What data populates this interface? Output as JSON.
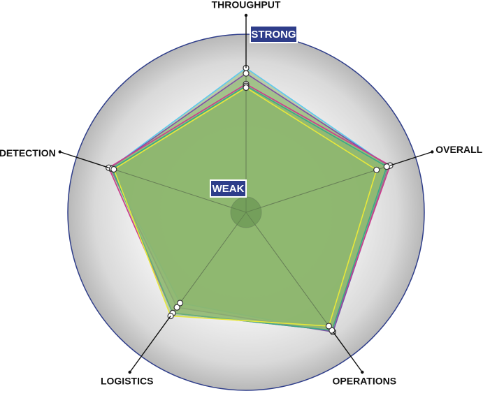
{
  "chart_data": {
    "type": "radar",
    "axes": [
      "THROUGHPUT",
      "OVERALL",
      "OPERATIONS",
      "LOGISTICS",
      "DETECTION"
    ],
    "range": [
      0,
      100
    ],
    "grid": false,
    "legend": "none",
    "annotations": {
      "outer": "STRONG",
      "inner": "WEAK"
    },
    "series": [
      {
        "color": "#5bc8f0",
        "values": [
          81,
          84,
          83,
          63,
          80
        ]
      },
      {
        "color": "#7f4fa6",
        "values": [
          78,
          84,
          83,
          66,
          80
        ]
      },
      {
        "color": "#cc3a8e",
        "values": [
          72,
          85,
          82,
          70,
          81
        ]
      },
      {
        "color": "#3aa88a",
        "values": [
          71,
          83,
          82,
          70,
          79
        ]
      },
      {
        "color": "#e8e83a",
        "values": [
          70,
          77,
          79,
          72,
          78
        ]
      }
    ],
    "colors": {
      "plot_fill": "#8cb56c",
      "badge": "#2e3d8a",
      "outer_ring": "#2e3d8a"
    }
  }
}
